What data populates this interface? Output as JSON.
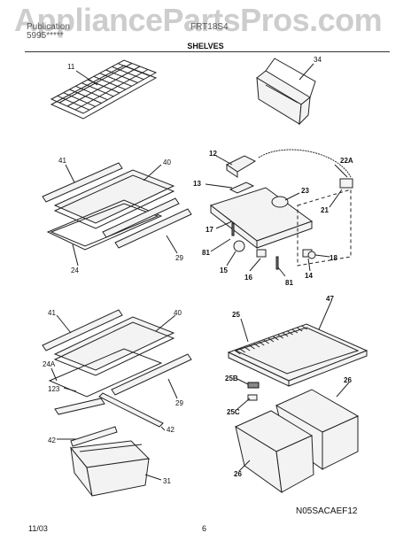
{
  "watermark": "AppliancePartsPros.com",
  "header": {
    "left_line1": "Publication",
    "left_line2": "5995*****",
    "right": "FRT18S4",
    "section_title": "SHELVES"
  },
  "callouts": {
    "c11": "11",
    "c34": "34",
    "c41a": "41",
    "c40a": "40",
    "c24": "24",
    "c29a": "29",
    "c12": "12",
    "c13": "13",
    "c22A": "22A",
    "c23": "23",
    "c21": "21",
    "c17": "17",
    "c81a": "81",
    "c15": "15",
    "c16": "16",
    "c81b": "81",
    "c18": "18",
    "c14": "14",
    "c41b": "41",
    "c40b": "40",
    "c24A": "24A",
    "c123": "123",
    "c29b": "29",
    "c42a": "42",
    "c42b": "42",
    "c31": "31",
    "c25": "25",
    "c47": "47",
    "c25B": "25B",
    "c26a": "26",
    "c25C": "25C",
    "c26b": "26"
  },
  "footer": {
    "date": "11/03",
    "page": "6",
    "code": "N05SACAEF12"
  }
}
